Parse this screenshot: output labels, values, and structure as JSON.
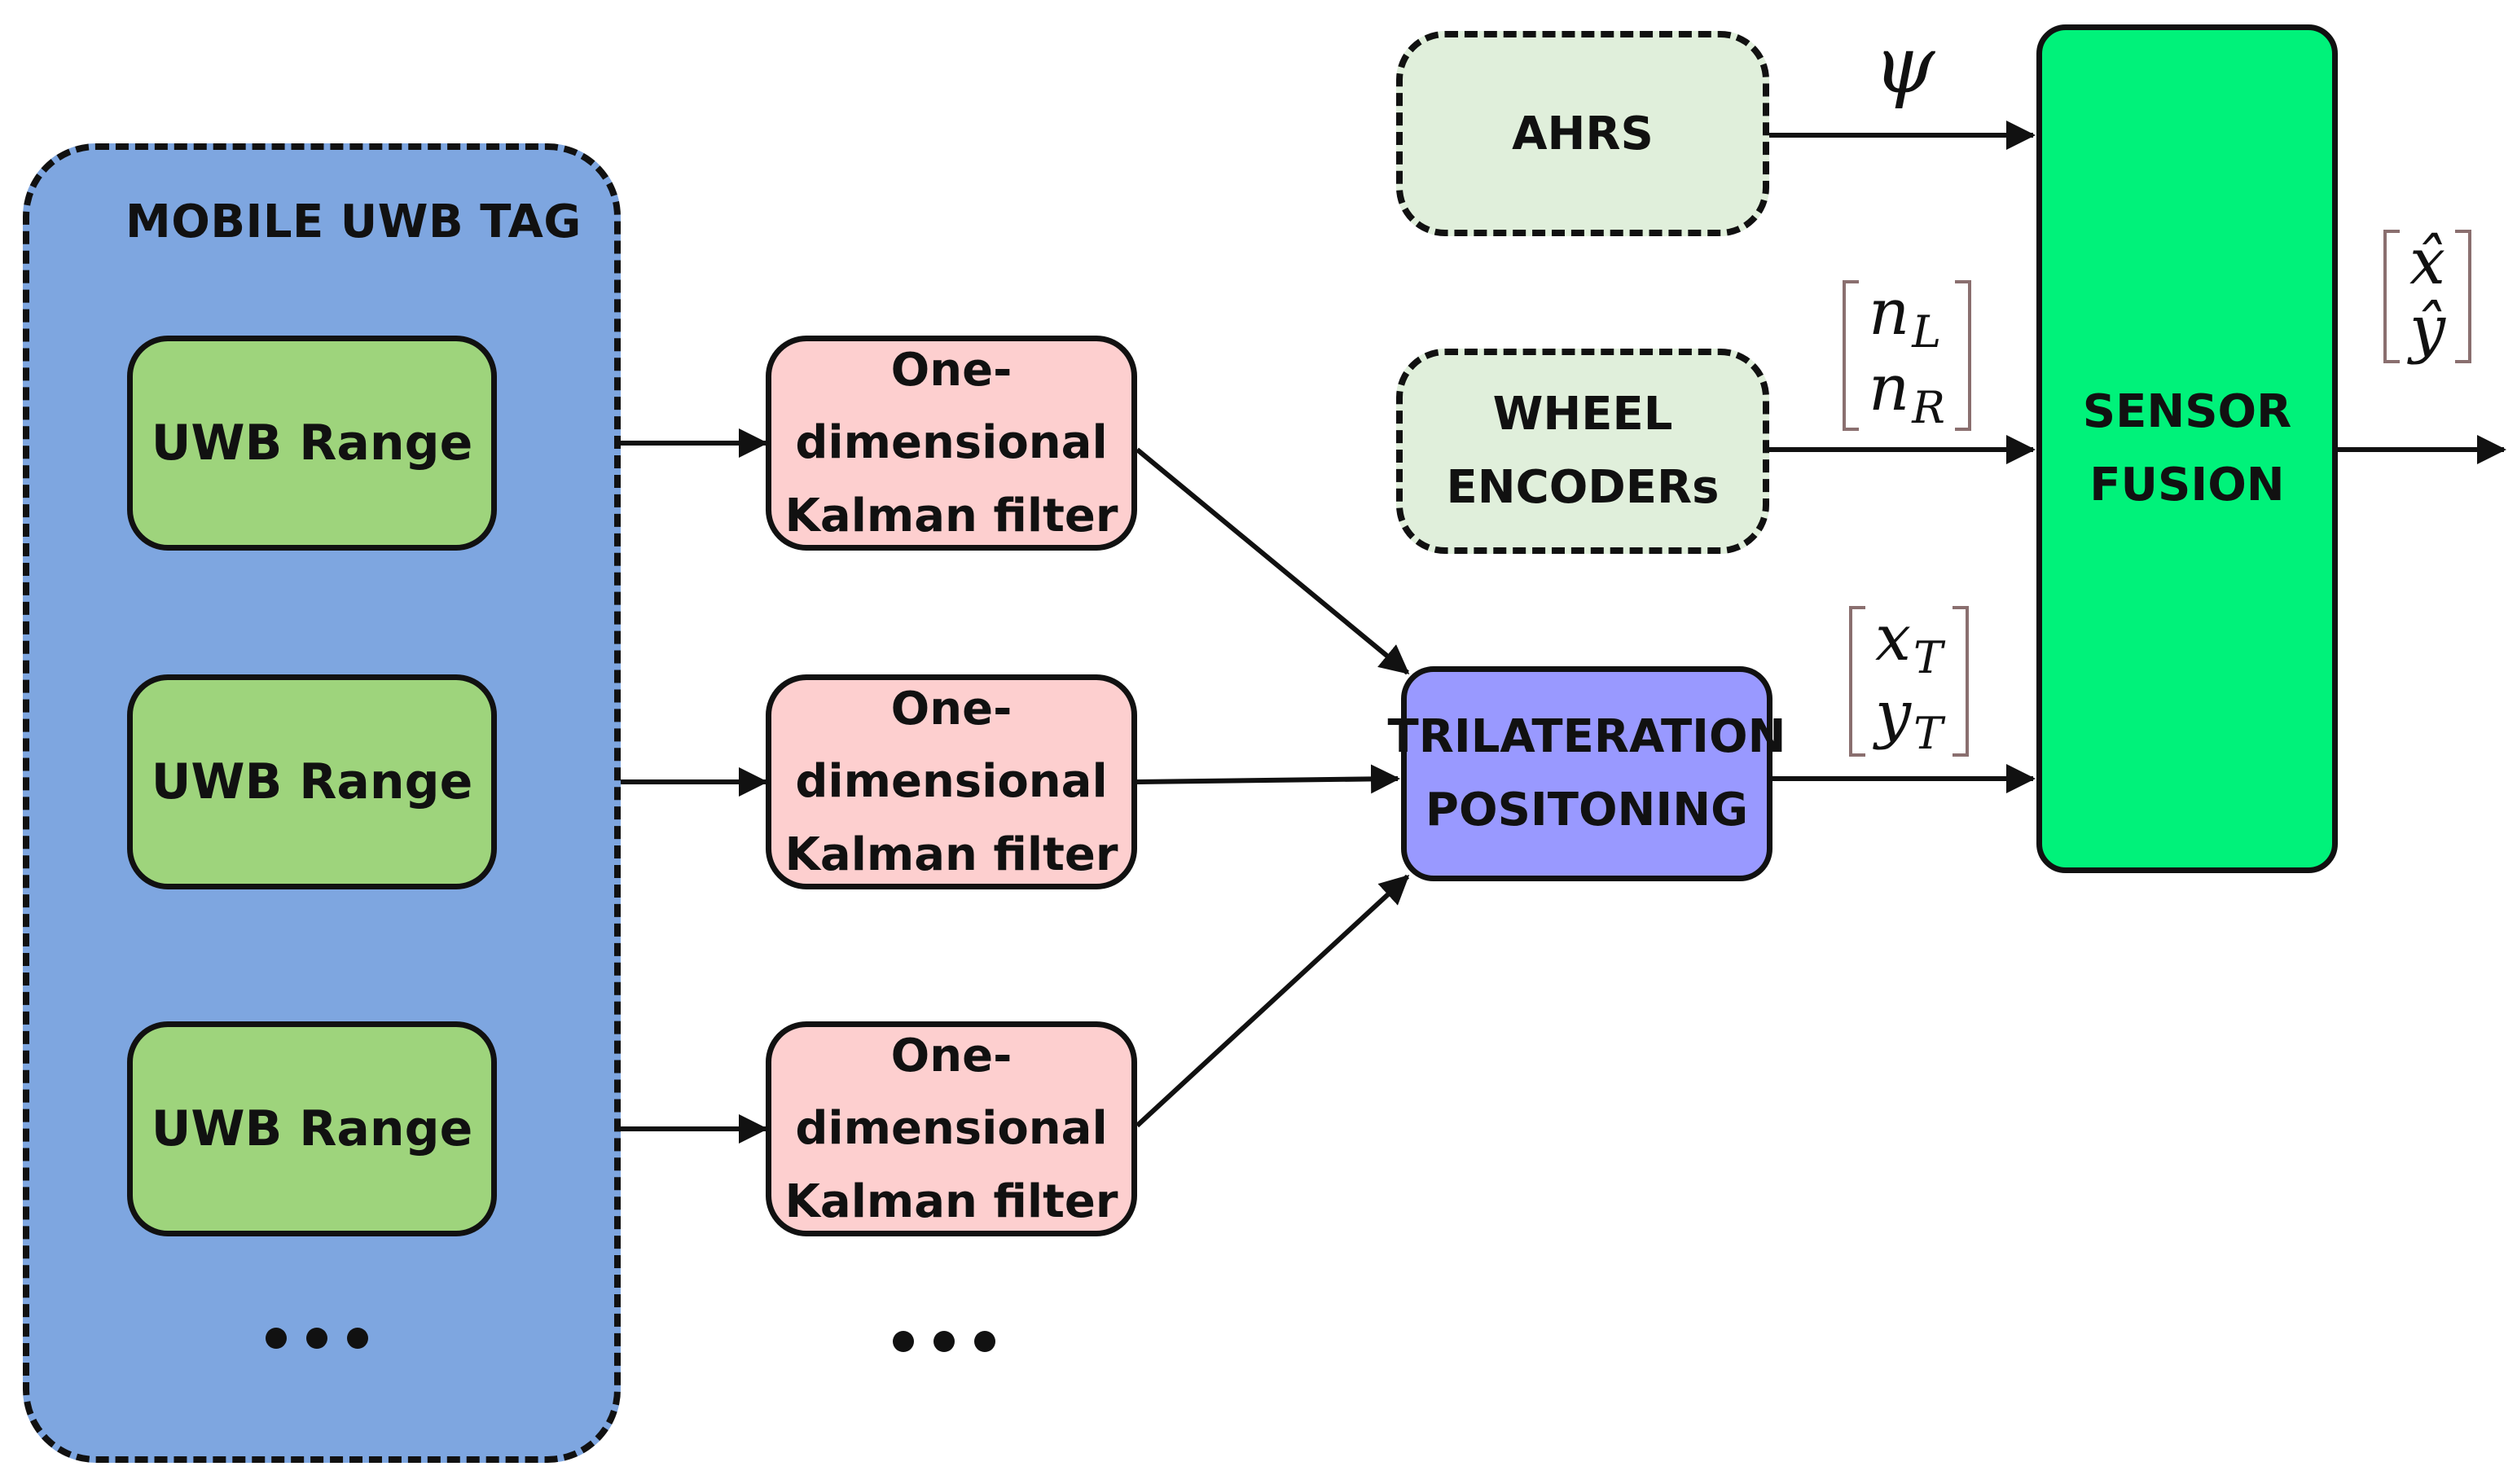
{
  "mobile_tag": {
    "title": "MOBILE UWB TAG"
  },
  "uwb_ranges": [
    {
      "label": "UWB Range"
    },
    {
      "label": "UWB Range"
    },
    {
      "label": "UWB Range"
    }
  ],
  "kalman_filters": [
    {
      "line1": "One-dimensional",
      "line2": "Kalman filter"
    },
    {
      "line1": "One-dimensional",
      "line2": "Kalman filter"
    },
    {
      "line1": "One-dimensional",
      "line2": "Kalman filter"
    }
  ],
  "ahrs": {
    "label": "AHRS"
  },
  "wheel_encoders": {
    "line1": "WHEEL",
    "line2": "ENCODERs"
  },
  "trilateration": {
    "line1": "TRILATERATION",
    "line2": "POSITONING"
  },
  "sensor_fusion": {
    "line1": "SENSOR",
    "line2": "FUSION"
  },
  "signals": {
    "psi": "ψ",
    "wheel_vector": {
      "top": "n",
      "top_sub": "L",
      "bottom": "n",
      "bottom_sub": "R"
    },
    "trilat_vector": {
      "top": "x",
      "top_sub": "T",
      "bottom": "y",
      "bottom_sub": "T"
    },
    "output_vector": {
      "top": "x̂",
      "bottom": "ŷ"
    }
  },
  "colors": {
    "tag_panel": "#7ea6e0",
    "uwb_range": "#9ed47c",
    "kalman_filter": "#fdcfcf",
    "sensor_input": "#e0efdb",
    "trilateration": "#9999ff",
    "sensor_fusion": "#00f27a",
    "vector_bracket": "#8a6f6f"
  }
}
